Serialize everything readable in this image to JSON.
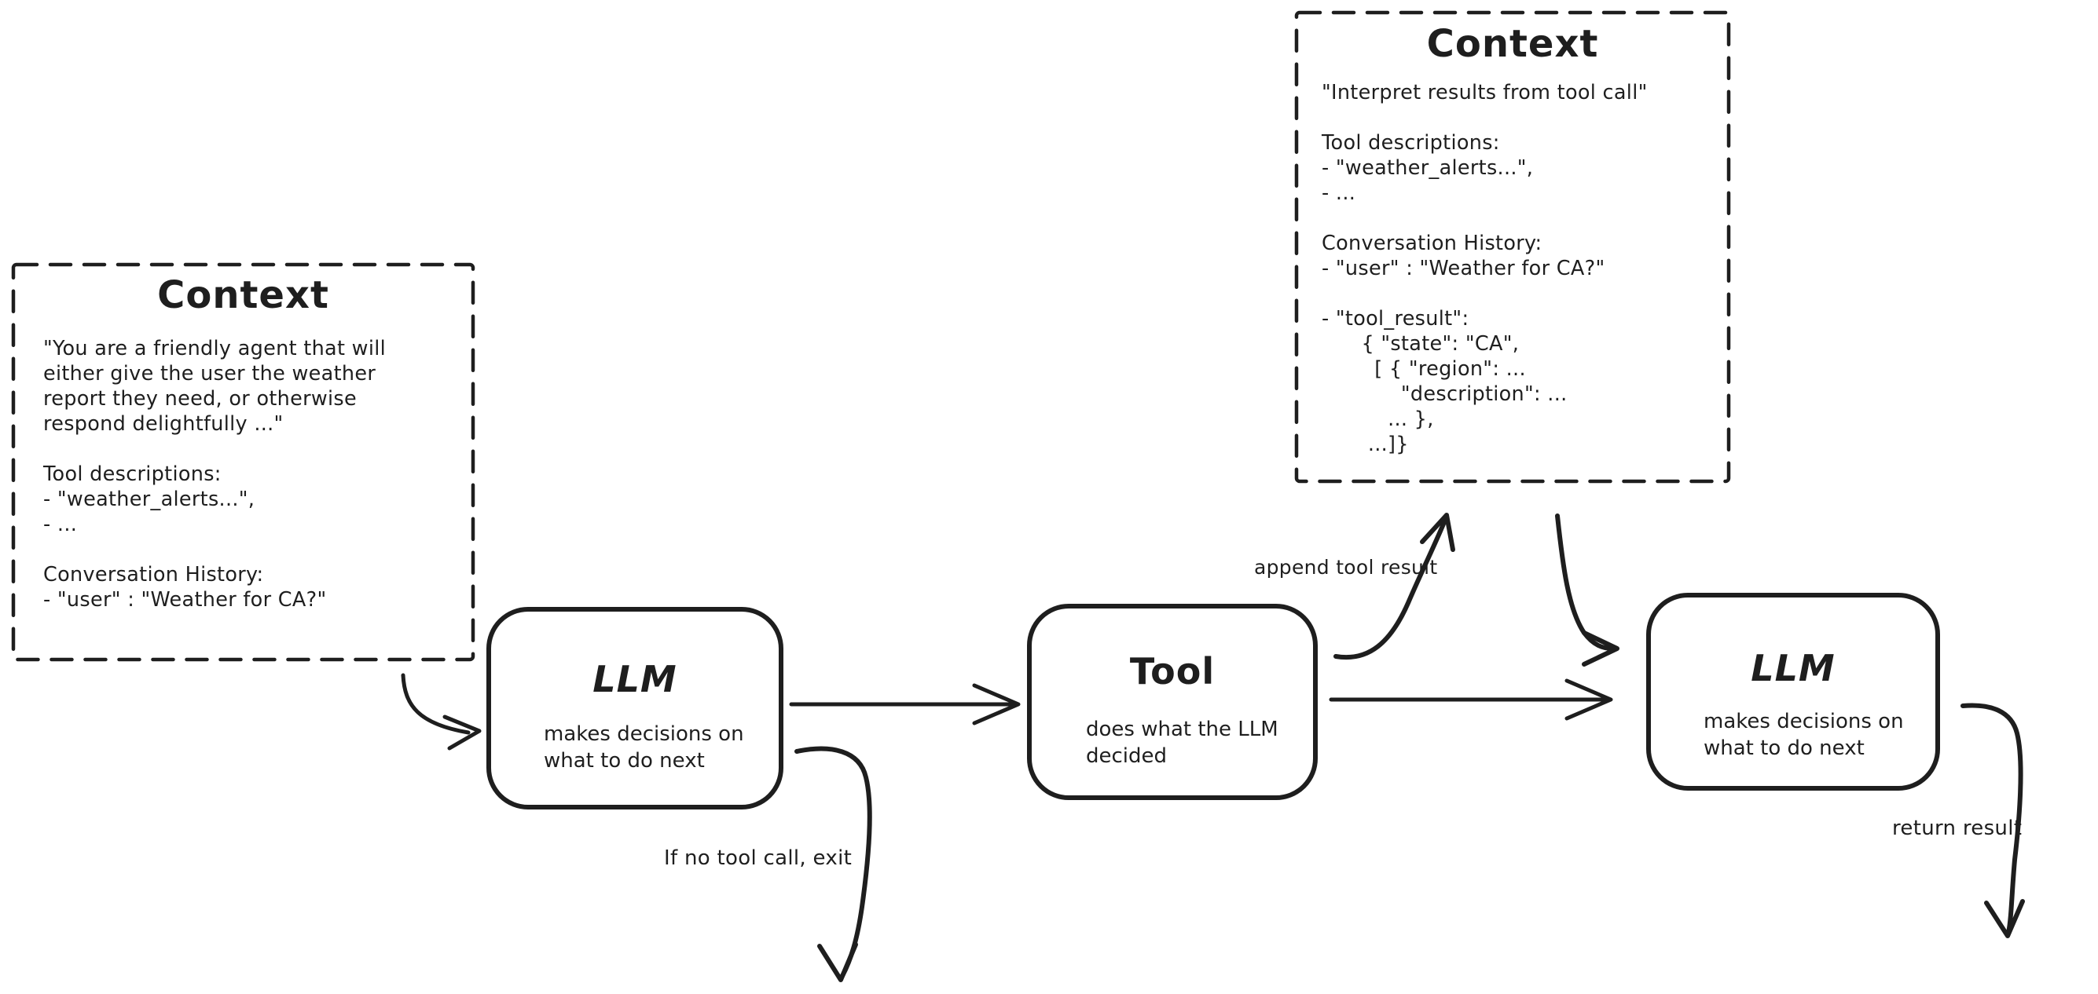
{
  "canvas": {
    "background": "#ffffff",
    "ink": "#1e1e1e"
  },
  "context_left": {
    "title": "Context",
    "body": "\"You are a friendly agent that will\neither give the user the weather\nreport they need, or otherwise\nrespond delightfully ...\"\n\nTool descriptions:\n- \"weather_alerts...\",\n- ...\n\nConversation History:\n- \"user\" : \"Weather for CA?\""
  },
  "context_right": {
    "title": "Context",
    "body": "\"Interpret results from tool call\"\n\nTool descriptions:\n- \"weather_alerts...\",\n- ...\n\nConversation History:\n- \"user\" : \"Weather for CA?\"\n\n- \"tool_result\":\n      { \"state\": \"CA\",\n        [ { \"region\": ...\n            \"description\": ...\n          ... },\n       ...]}"
  },
  "nodes": {
    "llm_first": {
      "title": "LLM",
      "subtitle": "makes decisions on\nwhat to do next"
    },
    "tool": {
      "title": "Tool",
      "subtitle": "does what the LLM\ndecided"
    },
    "llm_second": {
      "title": "LLM",
      "subtitle": "makes decisions on\nwhat to do next"
    }
  },
  "edge_labels": {
    "append_tool_result": "append tool result",
    "if_no_tool_call_exit": "If no tool call, exit",
    "return_result": "return result"
  }
}
